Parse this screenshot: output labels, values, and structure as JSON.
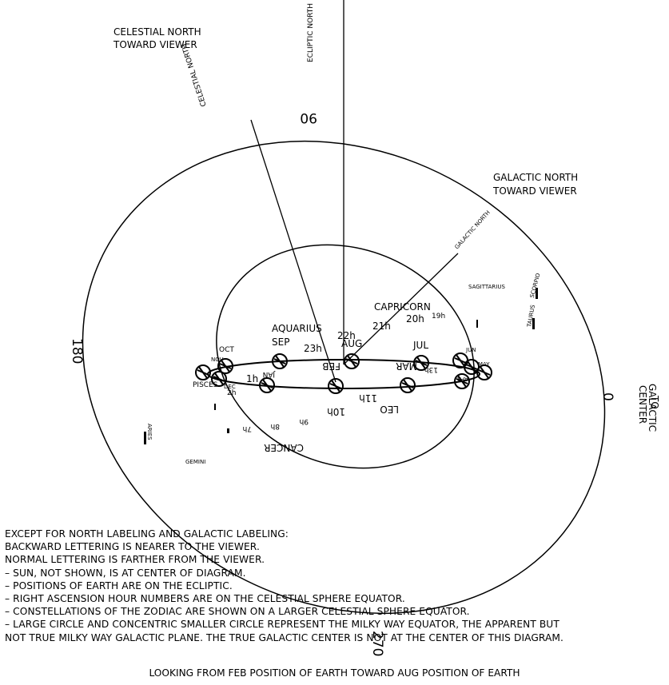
{
  "labels": {
    "celestial_north_toward_viewer": [
      "CELESTIAL NORTH",
      "TOWARD VIEWER"
    ],
    "galactic_north_toward_viewer": [
      "GALACTIC NORTH",
      "TOWARD VIEWER"
    ],
    "celestial_north_axis": "CELESTIAL NORTH",
    "ecliptic_north_axis": "ECLIPTIC NORTH",
    "galactic_north_axis": "GALACTIC NORTH",
    "to_galactic_center": [
      "TO",
      "GALACTIC",
      "CENTER"
    ],
    "deg_90": "90",
    "deg_180": "180",
    "deg_0": "0",
    "deg_270": "270"
  },
  "months": [
    "FEB",
    "AUG",
    "JUL",
    "MAR",
    "OCT",
    "SEP",
    "JAN",
    "JUN",
    "APR",
    "MAY",
    "NOV",
    "DEC"
  ],
  "hours": [
    "22h",
    "21h",
    "20h",
    "19h",
    "23h",
    "1h",
    "2h",
    "7h",
    "8h",
    "9h",
    "10h",
    "11h",
    "13h"
  ],
  "constellations": [
    "CAPRICORN",
    "AQUARIUS",
    "SAGITTARIUS",
    "LEO",
    "CANCER",
    "GEMINI",
    "PISCES",
    "ARIES",
    "TAURUS",
    "SCORPIO"
  ],
  "notes": [
    "EXCEPT FOR NORTH LABELING AND GALACTIC LABELING:",
    "BACKWARD LETTERING IS NEARER TO THE VIEWER.",
    "NORMAL LETTERING IS FARTHER FROM THE VIEWER.",
    "–  SUN, NOT SHOWN, IS AT CENTER OF DIAGRAM.",
    "–  POSITIONS OF EARTH ARE ON THE ECLIPTIC.",
    "–  RIGHT ASCENSION HOUR NUMBERS ARE ON THE CELESTIAL SPHERE EQUATOR.",
    "–  CONSTELLATIONS OF THE ZODIAC ARE SHOWN ON A LARGER CELESTIAL SPHERE EQUATOR.",
    "–  LARGE CIRCLE AND CONCENTRIC SMALLER CIRCLE REPRESENT THE MILKY WAY EQUATOR, THE APPARENT BUT",
    "NOT TRUE MILKY WAY GALACTIC PLANE. THE TRUE GALACTIC CENTER IS NOT AT THE CENTER OF THIS DIAGRAM."
  ],
  "caption": "LOOKING FROM FEB POSITION OF EARTH TOWARD AUG POSITION OF EARTH"
}
